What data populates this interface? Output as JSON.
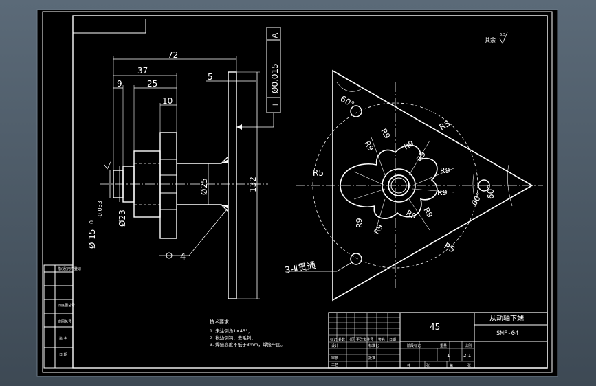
{
  "dims": {
    "d72": "72",
    "d37": "37",
    "d9": "9",
    "d25": "25",
    "d10": "10",
    "d5": "5",
    "d132": "132",
    "d25dia": "Ø25",
    "d23dia": "Ø23",
    "d15dia": "Ø 15",
    "d15tol": "0",
    "d15tol2": "-0.033",
    "flatness": "4"
  },
  "tolerance_frame": {
    "symbol": "⊥",
    "value": "Ø0.015",
    "datum": "A"
  },
  "roughness_note": {
    "label": "其余",
    "value": "6.3"
  },
  "plan_view": {
    "angle1": "60°",
    "angle2": "60°",
    "angle3": "60°",
    "r5a": "R5",
    "r5b": "R5",
    "r5c": "R5",
    "r9": [
      "R9",
      "R9",
      "R9",
      "R9",
      "R9",
      "R9",
      "R9",
      "R9",
      "R9",
      "R9"
    ],
    "holes_note": "3-Ⅱ贯通"
  },
  "tech_requirements": {
    "title": "技术要求",
    "lines": [
      "1. 未注倒角1×45°；",
      "2. 锐边倒钝，去毛刺；",
      "3. 焊缝高度不低于3mm，焊接牢固。"
    ]
  },
  "title_block": {
    "material": "45",
    "part_name": "从动轴下端",
    "drawing_no": "SMF-04",
    "scale": "2:1",
    "cells": {
      "mark": "标记",
      "count": "处数",
      "zone": "分区",
      "doc": "更改文件号",
      "sign": "签名",
      "date": "日期",
      "design": "设计",
      "std": "标准化",
      "stage": "阶段标记",
      "weight": "重量",
      "ratio": "比例",
      "check": "审核",
      "process": "工艺",
      "approve": "批准",
      "sheets_total": "共",
      "sheets_page": "张",
      "sheet_of": "第",
      "sheet_no": "张",
      "one": "1"
    }
  },
  "side_block": [
    "借(通)用件登记",
    "旧底图总号",
    "底图总号",
    "签 字",
    "日 期"
  ]
}
